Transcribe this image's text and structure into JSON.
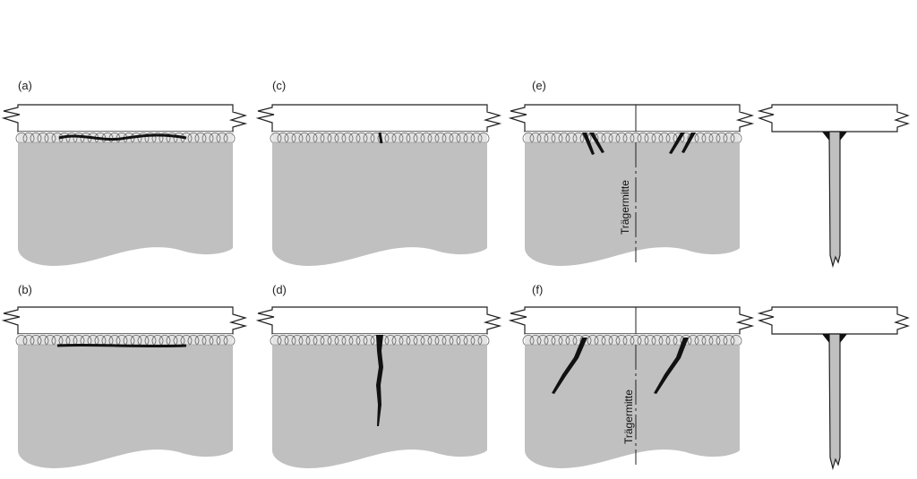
{
  "figure": {
    "panels": [
      {
        "label": "(a)",
        "crack": "longitudinal-wavy-surface"
      },
      {
        "label": "(b)",
        "crack": "longitudinal-straight-subsurface"
      },
      {
        "label": "(c)",
        "crack": "short-transverse-in-weld"
      },
      {
        "label": "(d)",
        "crack": "transverse-into-web"
      },
      {
        "label": "(e)",
        "crack": "inclined-pairs-symmetric",
        "axis_label": "Trägermitte"
      },
      {
        "label": "(f)",
        "crack": "inclined-long-symmetric",
        "axis_label": "Trägermitte"
      }
    ],
    "colors": {
      "web_fill": "#c0c0c0",
      "flange_fill": "#ffffff",
      "line": "#222222",
      "crack": "#111111",
      "weld_fill": "#e4e4e4"
    }
  }
}
